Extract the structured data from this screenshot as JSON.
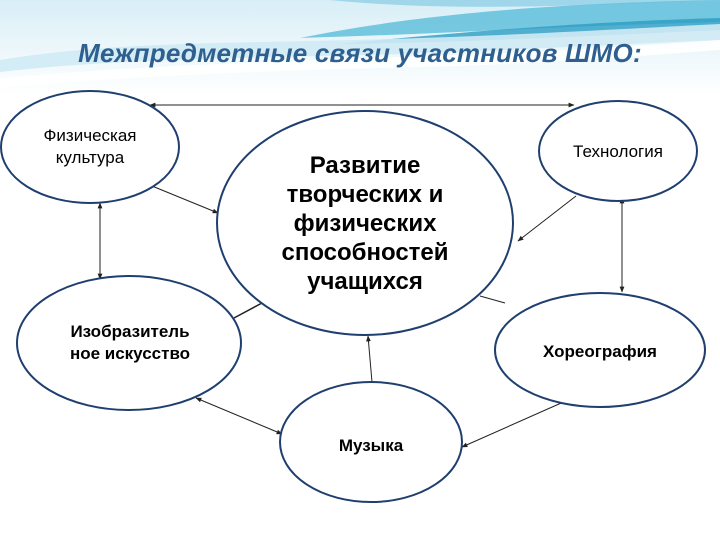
{
  "title": "Межпредметные связи участников ШМО:",
  "center": {
    "lines": [
      "Развитие",
      "творческих и",
      "физических",
      "способностей",
      "учащихся"
    ]
  },
  "nodes": {
    "physical": {
      "lines": [
        "Физическая",
        "культура"
      ]
    },
    "technology": {
      "lines": [
        "Технология"
      ]
    },
    "art": {
      "lines": [
        "Изобразитель",
        "ное искусство"
      ]
    },
    "choreography": {
      "lines": [
        "Хореография"
      ]
    },
    "music": {
      "lines": [
        "Музыка"
      ]
    }
  },
  "colors": {
    "title": "#2f5f8f",
    "ellipse_stroke": "#1f3f6f",
    "arrow": "#222222",
    "wave_light": "#cfeaf4",
    "wave_mid": "#62bfdc",
    "wave_dark": "#2a9cc4"
  }
}
